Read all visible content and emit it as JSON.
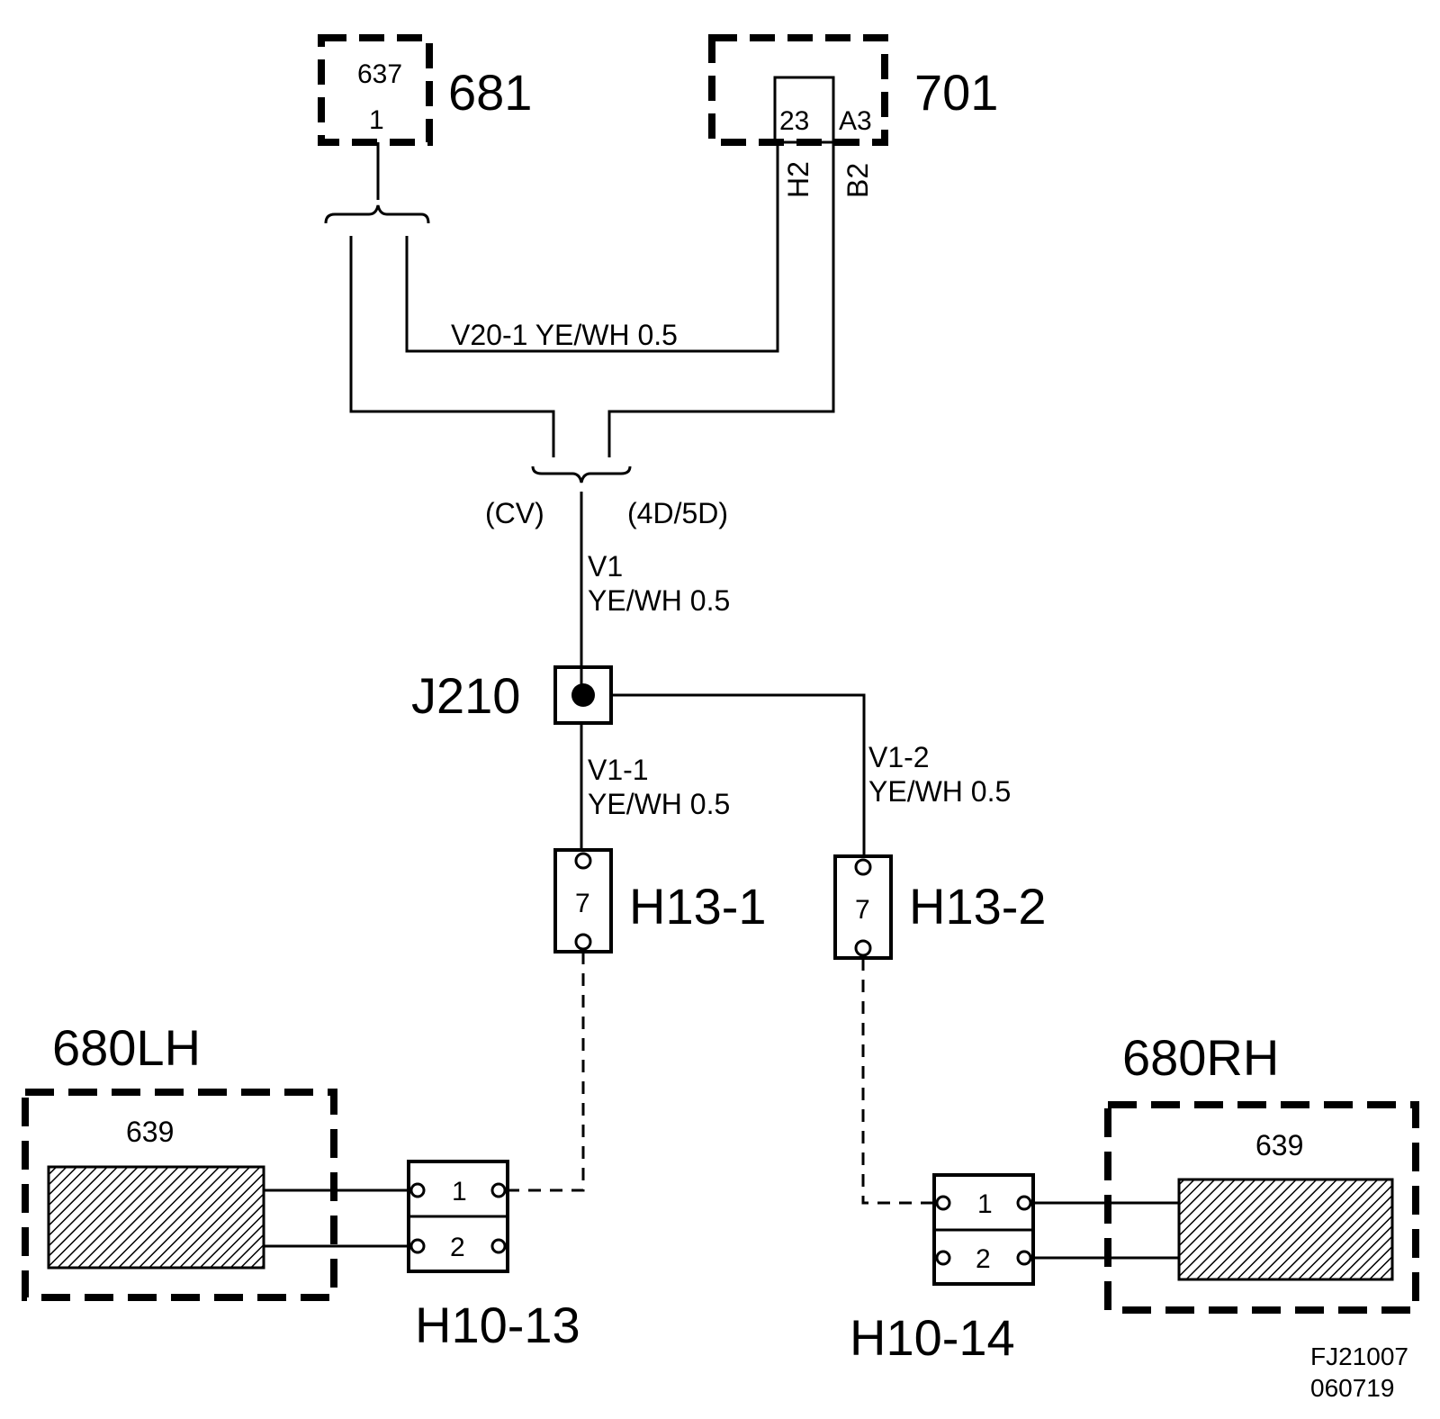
{
  "components": {
    "c681": {
      "label": "681",
      "inner_top": "637",
      "inner_pin": "1"
    },
    "c701": {
      "label": "701",
      "pin_a": "23",
      "pin_b": "A3",
      "wire_h": "H2",
      "wire_b": "B2"
    },
    "c680lh": {
      "label": "680LH",
      "inner": "639"
    },
    "c680rh": {
      "label": "680RH",
      "inner": "639"
    }
  },
  "wires": {
    "v20": "V20-1  YE/WH  0.5",
    "v1_id": "V1",
    "v1_spec": "YE/WH  0.5",
    "v1_1_id": "V1-1",
    "v1_1_spec": "YE/WH  0.5",
    "v1_2_id": "V1-2",
    "v1_2_spec": "YE/WH  0.5"
  },
  "variants": {
    "left": "(CV)",
    "right": "(4D/5D)"
  },
  "splice": {
    "label": "J210"
  },
  "connectors": {
    "h13_1": {
      "label": "H13-1",
      "pin": "7"
    },
    "h13_2": {
      "label": "H13-2",
      "pin": "7"
    },
    "h10_13": {
      "label": "H10-13",
      "pin1": "1",
      "pin2": "2"
    },
    "h10_14": {
      "label": "H10-14",
      "pin1": "1",
      "pin2": "2"
    }
  },
  "footer": {
    "code": "FJ21007",
    "date": "060719"
  }
}
